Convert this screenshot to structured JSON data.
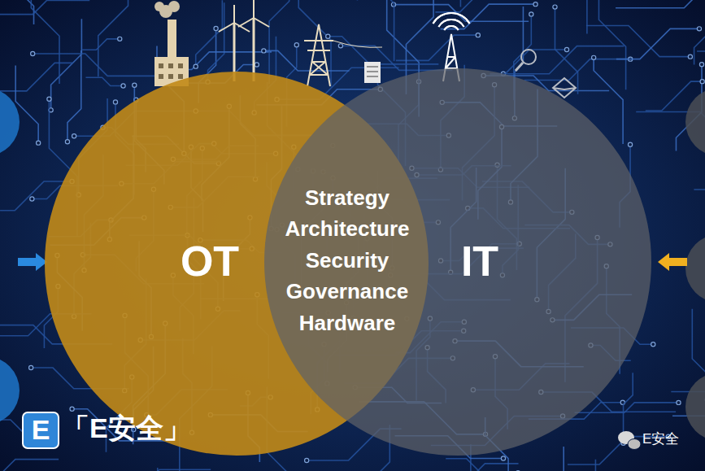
{
  "diagram": {
    "nodes": [
      {
        "text": [
          "OT"
        ]
      },
      {
        "text": [
          "IT"
        ]
      },
      {
        "text": [
          "Strategy",
          "Architecture",
          "Security",
          "Governance",
          "Hardware"
        ]
      }
    ],
    "labels": [
      "E",
      "「E安全」",
      "E安全"
    ]
  }
}
